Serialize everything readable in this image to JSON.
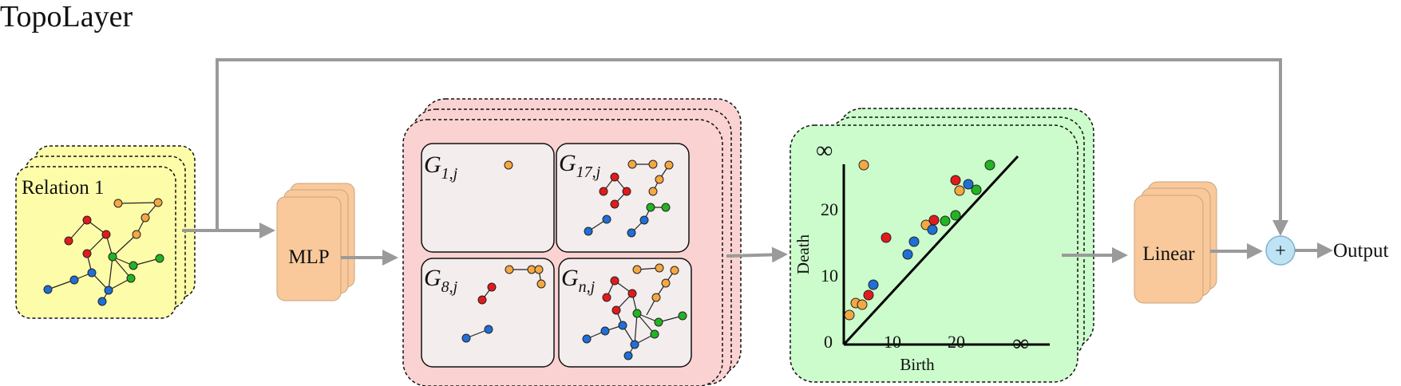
{
  "title": "TopoLayer",
  "blocks": {
    "relation_label": "Relation 1",
    "mlp_label": "MLP",
    "linear_label": "Linear",
    "output_label": "Output",
    "plus_symbol": "+"
  },
  "subgraphs": [
    {
      "main": "G",
      "sub": "1,j"
    },
    {
      "main": "G",
      "sub": "17,j"
    },
    {
      "main": "G",
      "sub": "8,j"
    },
    {
      "main": "G",
      "sub": "n,j"
    }
  ],
  "persistence": {
    "xlabel": "Birth",
    "ylabel": "Death",
    "infinity_symbol": "∞",
    "origin_label": "0",
    "xticks": [
      "10",
      "20"
    ],
    "yticks": [
      "10",
      "20"
    ]
  },
  "colors": {
    "relation_fill": "#fdfca9",
    "mlp_fill": "#f9c99b",
    "subgraph_panel_fill": "#fbd2d2",
    "subgraph_cell_fill": "#f3eded",
    "persistence_fill": "#ccfccc",
    "plus_fill": "#bde3f5",
    "arrow": "#9a9a9a",
    "node_red": "#e31a1c",
    "node_orange": "#f5a742",
    "node_green": "#22b422",
    "node_blue": "#1f6fd6"
  }
}
